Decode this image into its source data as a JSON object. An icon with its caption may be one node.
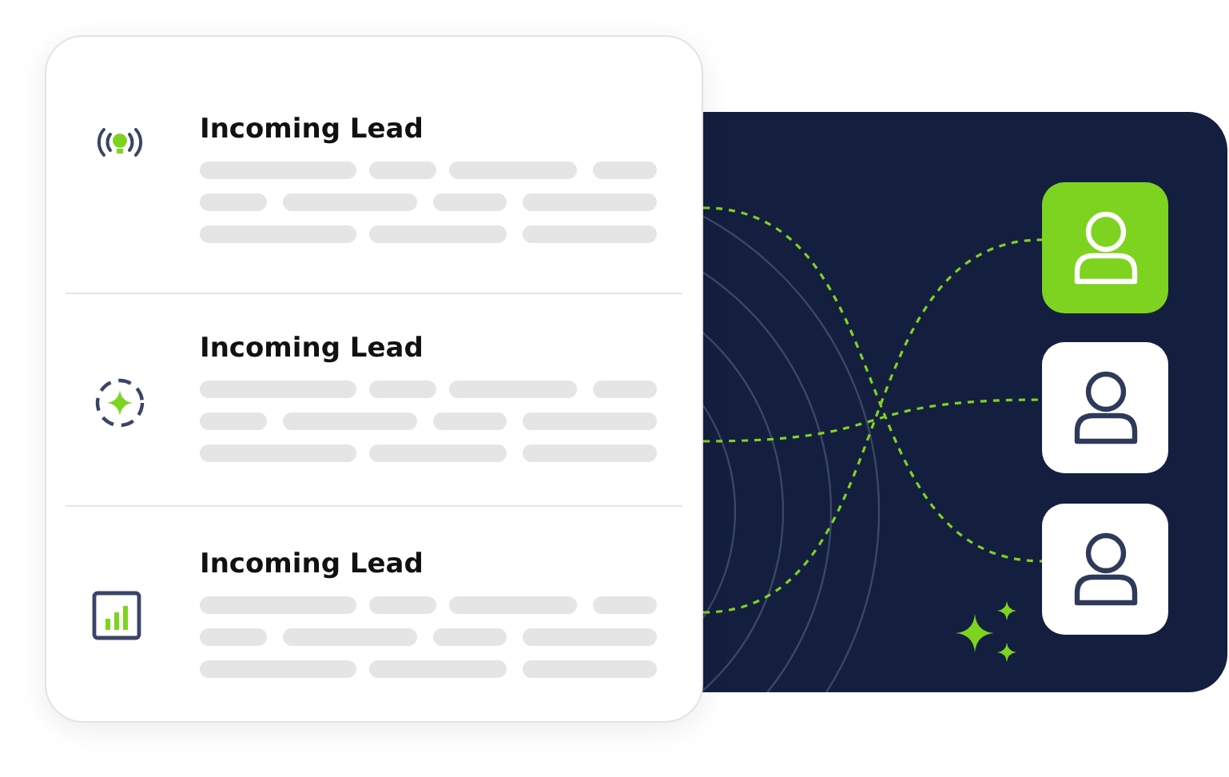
{
  "diagram": {
    "nodes": [
      {
        "text": [],
        "shape": "box"
      },
      {
        "text": [
          "Incoming Lead"
        ],
        "in": 0
      },
      {
        "text": [
          "Incoming Lead"
        ],
        "in": 0
      },
      {
        "text": [
          "Incoming Lead"
        ],
        "in": 0
      },
      {
        "text": [],
        "shape": "person"
      },
      {
        "text": [],
        "shape": "person"
      },
      {
        "text": [],
        "shape": "person"
      }
    ],
    "edges": [
      {
        "from": 1,
        "to": 6,
        "arrow": "none",
        "style": "dashed"
      },
      {
        "from": 2,
        "to": 5,
        "arrow": "none",
        "style": "dashed"
      },
      {
        "from": 3,
        "to": 4,
        "arrow": "none",
        "style": "dashed"
      }
    ]
  }
}
